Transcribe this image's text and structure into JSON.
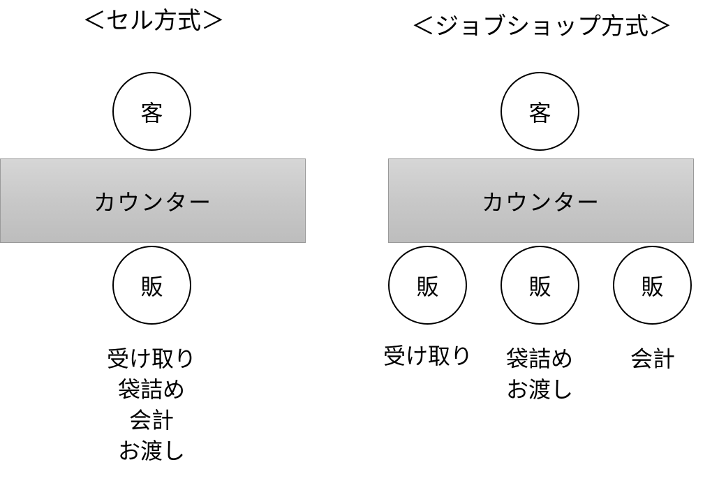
{
  "cell": {
    "title": "＜セル方式＞",
    "customer": "客",
    "counter": "カウンター",
    "seller": "販",
    "tasks": [
      "受け取り",
      "袋詰め",
      "会計",
      "お渡し"
    ]
  },
  "jobshop": {
    "title": "＜ジョブショップ方式＞",
    "customer": "客",
    "counter": "カウンター",
    "sellers": [
      {
        "label": "販",
        "tasks": [
          "受け取り"
        ]
      },
      {
        "label": "販",
        "tasks": [
          "袋詰め",
          "お渡し"
        ]
      },
      {
        "label": "販",
        "tasks": [
          "会計"
        ]
      }
    ]
  }
}
